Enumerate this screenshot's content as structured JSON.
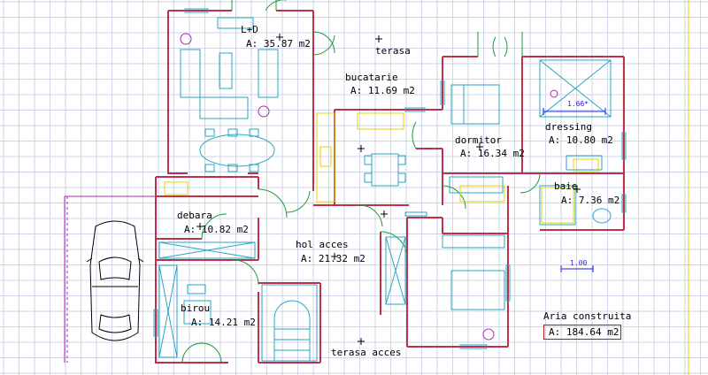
{
  "colors": {
    "background": "#ffffff",
    "grid": "#cfd6ea",
    "wall": "#c0304a",
    "furniture": "#2aa6c4",
    "kitchen": "#e6d400",
    "door": "#1a9a3a",
    "plant": "#b02ab0",
    "dimension": "#1a1aff",
    "text": "#000000"
  },
  "rooms": [
    {
      "name": "L+D",
      "area": "A: 35.87 m2"
    },
    {
      "name": "bucatarie",
      "area": "A: 11.69 m2"
    },
    {
      "name": "dormitor",
      "area": "A: 16.34 m2"
    },
    {
      "name": "dressing",
      "area": "A: 10.80 m2"
    },
    {
      "name": "baie",
      "area": "A: 7.36 m2"
    },
    {
      "name": "debara",
      "area": "A: 10.82 m2"
    },
    {
      "name": "hol acces",
      "area": "A: 21.32 m2"
    },
    {
      "name": "birou",
      "area": "A: 14.21 m2"
    }
  ],
  "terraces": [
    "terasa",
    "terasa acces"
  ],
  "dimensions": {
    "dressing_width": "1.66*",
    "scale_bar": "1.00"
  },
  "summary": {
    "label": "Aria construita",
    "value": "A: 184.64 m2"
  }
}
